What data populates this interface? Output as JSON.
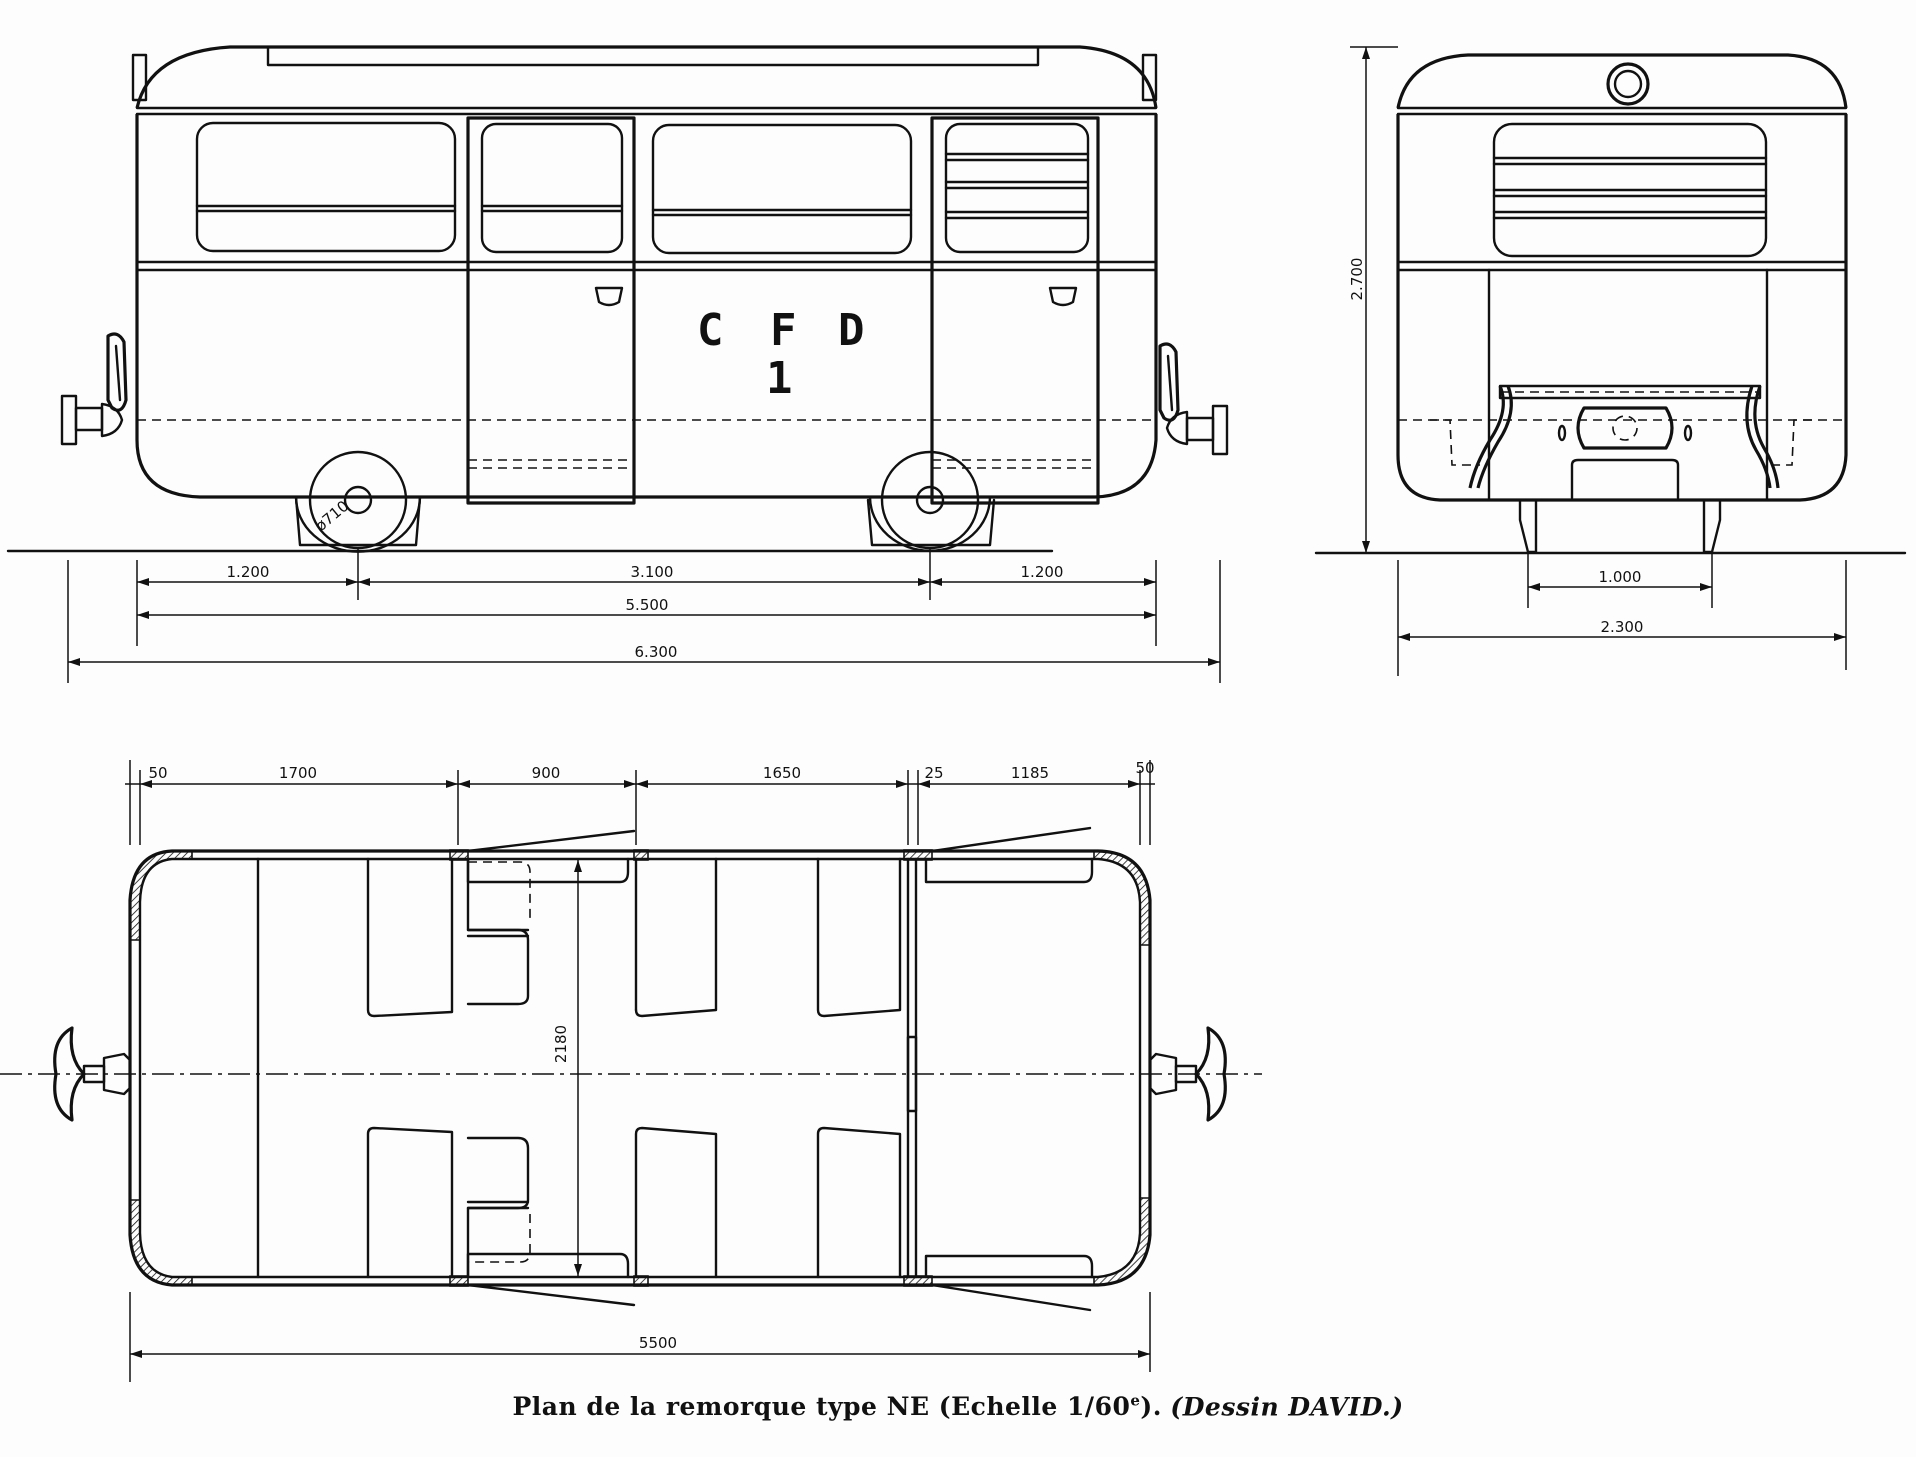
{
  "drawing": {
    "livery_letters": "CFD",
    "fleet_number": "1",
    "wheel_label": "ø710",
    "side_dims": [
      "1.200",
      "3.100",
      "1.200",
      "5.500",
      "6.300"
    ],
    "end_dims": [
      "2.700",
      "1.000",
      "2.300"
    ],
    "plan_dims": [
      "50",
      "1700",
      "900",
      "1650",
      "25",
      "1185",
      "50",
      "2180",
      "5500"
    ]
  },
  "caption": {
    "main": "Plan de la remorque type NE (Echelle 1/60",
    "superscript": "e",
    "close": ").",
    "credit": "(Dessin DAVID.)"
  }
}
